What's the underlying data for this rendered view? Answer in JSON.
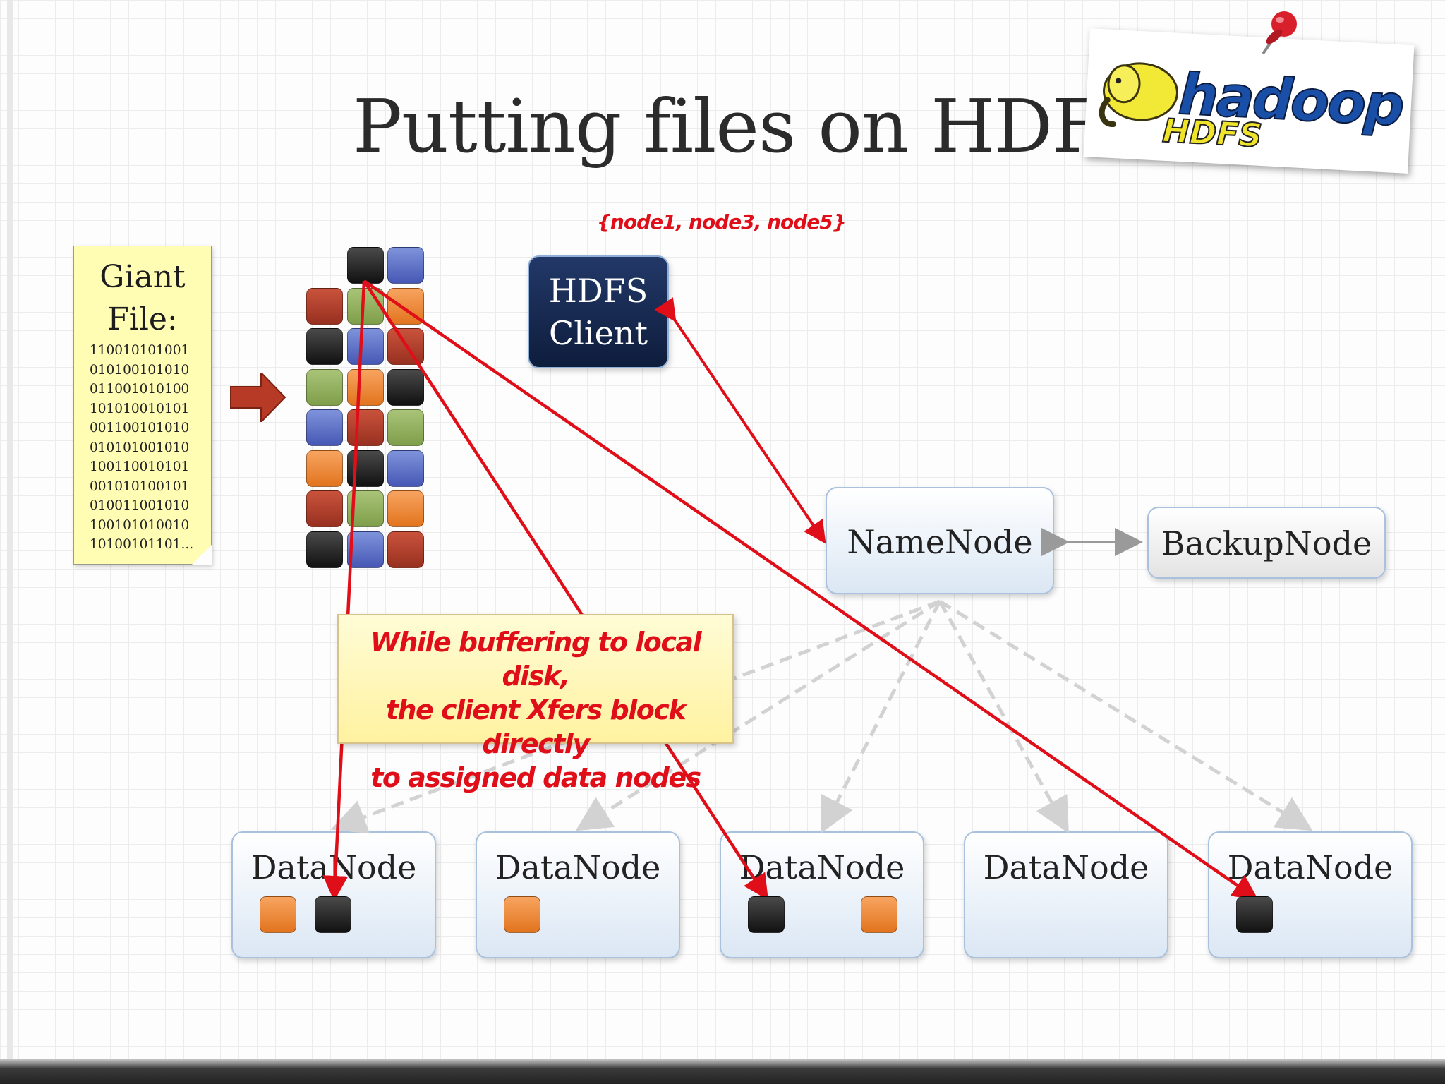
{
  "slide": {
    "title": "Putting files on HDFS",
    "logo": {
      "word": "hadoop",
      "sub": "HDFS"
    }
  },
  "giant_file": {
    "title": "Giant File:",
    "bits": [
      "110010101001",
      "010100101010",
      "011001010100",
      "101010010101",
      "001100101010",
      "010101001010",
      "100110010101",
      "001010100101",
      "010011001010",
      "100101010010",
      "10100101101..."
    ]
  },
  "block_grid": [
    [
      "",
      "black",
      "blue"
    ],
    [
      "red",
      "green",
      "orange"
    ],
    [
      "black",
      "blue",
      "red"
    ],
    [
      "green",
      "orange",
      "black"
    ],
    [
      "blue",
      "red",
      "green"
    ],
    [
      "orange",
      "black",
      "blue"
    ],
    [
      "red",
      "green",
      "orange"
    ],
    [
      "black",
      "blue",
      "red"
    ]
  ],
  "client": {
    "line1": "HDFS",
    "line2": "Client"
  },
  "assigned_nodes": "{node1, node3, node5}",
  "namenode": {
    "label": "NameNode"
  },
  "backupnode": {
    "label": "BackupNode"
  },
  "datanodes": [
    {
      "label": "DataNode",
      "blocks": [
        "orange",
        "black"
      ]
    },
    {
      "label": "DataNode",
      "blocks": [
        "orange"
      ]
    },
    {
      "label": "DataNode",
      "blocks": [
        "black",
        "orange"
      ]
    },
    {
      "label": "DataNode",
      "blocks": []
    },
    {
      "label": "DataNode",
      "blocks": [
        "black"
      ]
    }
  ],
  "note": {
    "lines": [
      "While buffering to local disk,",
      "the client Xfers block directly",
      "to assigned data nodes"
    ]
  },
  "colors": {
    "annotation_red": "#e00e18",
    "client_navy": "#0e1d3c",
    "node_border": "#a9c1dc",
    "note_yellow": "#fff2a0"
  }
}
